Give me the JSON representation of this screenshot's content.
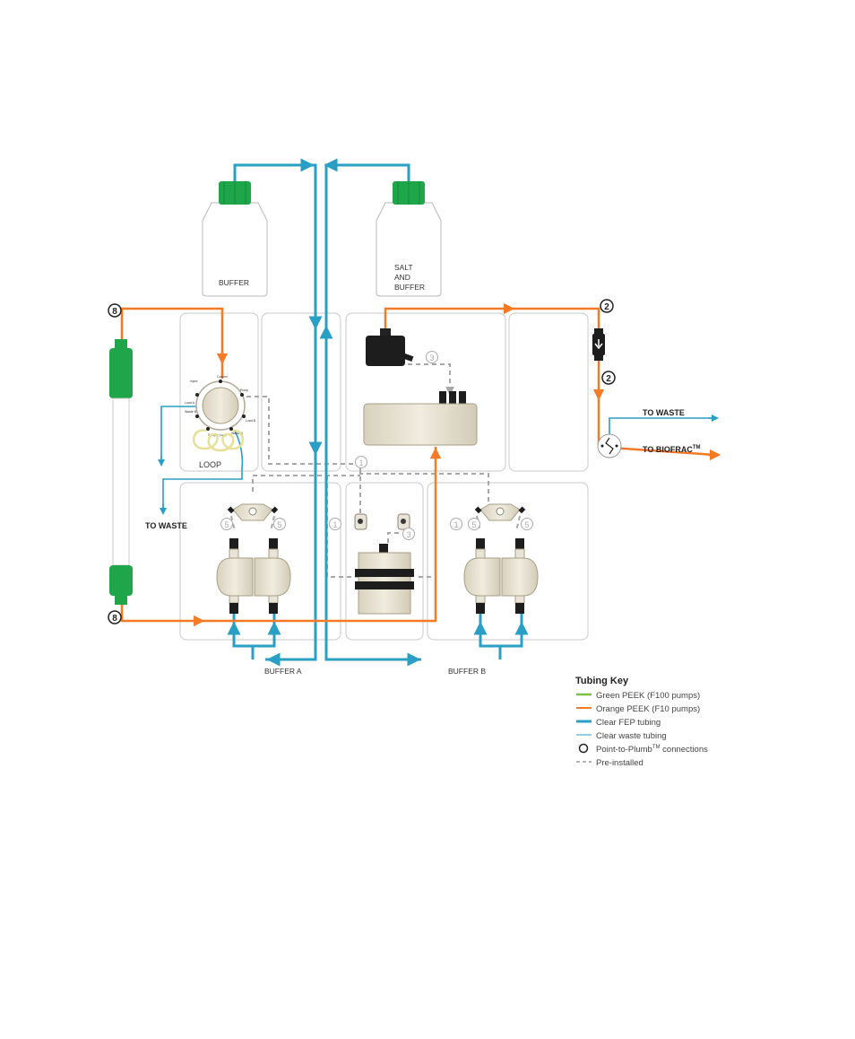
{
  "labels": {
    "buffer_bottle": "BUFFER",
    "salt_bottle_l1": "SALT",
    "salt_bottle_l2": "AND",
    "salt_bottle_l3": "BUFFER",
    "loop": "LOOP",
    "to_waste_left": "TO WASTE",
    "to_waste_right": "TO WASTE",
    "to_biofrac": "TO BIOFRAC",
    "to_biofrac_tm": "TM",
    "buffer_a": "BUFFER A",
    "buffer_b": "BUFFER B"
  },
  "valve_ports": {
    "column": "Column",
    "pump": "Pump",
    "inject": "Inject",
    "load_a": "Load A",
    "waste_b": "Waste B",
    "sample_loop": "Sample Loop",
    "load_b": "Load B",
    "waste_a": "Waste A"
  },
  "connection_numbers": {
    "n8_top": "8",
    "n8_bottom": "8",
    "n2_top": "2",
    "n2_bottom": "2",
    "n3_top": "3",
    "n3_mid": "3",
    "n1_right": "1",
    "n1_left": "1",
    "n1_farright": "1",
    "n5_a_left": "5",
    "n5_a_right": "5",
    "n5_b_left": "5",
    "n5_b_right": "5"
  },
  "tubing_key": {
    "title": "Tubing Key",
    "items": [
      {
        "label": "Green PEEK (F100 pumps)",
        "color": "#7cc242"
      },
      {
        "label": "Orange PEEK (F10 pumps)",
        "color": "#f47a26"
      },
      {
        "label": "Clear FEP tubing",
        "color": "#2a9fc5"
      },
      {
        "label": "Clear waste tubing",
        "color": "#2a9fc5"
      },
      {
        "label": "Point-to-Plumb",
        "label_tm": "TM",
        "label_rest": " connections"
      },
      {
        "label": "Pre-installed",
        "color": "#9a9a9a"
      }
    ]
  },
  "colors": {
    "orange": "#f47a26",
    "blue": "#2a9fc5",
    "green": "#7cc242",
    "cap_green": "#1fa64a",
    "gray_dash": "#a8a8a8",
    "panel": "#c8c8c8",
    "beige": "#ebe6d8"
  }
}
